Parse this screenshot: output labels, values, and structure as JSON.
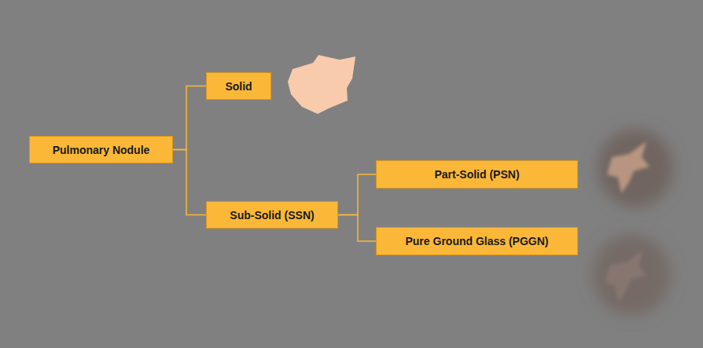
{
  "diagram": {
    "nodes": [
      {
        "text": [
          "Pulmonary Nodule"
        ]
      },
      {
        "text": [
          "Solid"
        ]
      },
      {
        "text": [
          "Sub-Solid (SSN)"
        ]
      },
      {
        "text": [
          "Part-Solid (PSN)"
        ]
      },
      {
        "text": [
          "Pure Ground Glass (PGGN)"
        ]
      }
    ],
    "edges": [
      {
        "from": 0,
        "to": 1,
        "arrow": "none"
      },
      {
        "from": 0,
        "to": 2,
        "arrow": "none"
      },
      {
        "from": 2,
        "to": 3,
        "arrow": "none"
      },
      {
        "from": 2,
        "to": 4,
        "arrow": "none"
      }
    ]
  }
}
